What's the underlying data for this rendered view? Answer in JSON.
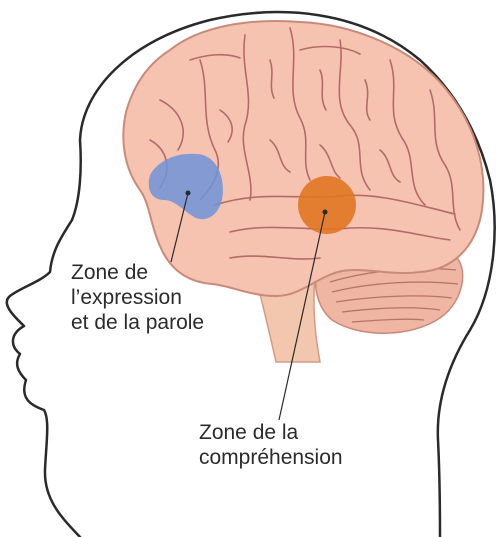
{
  "diagram": {
    "labels": {
      "expression": [
        "Zone de",
        "l’expression",
        "et de la parole"
      ],
      "comprehension": [
        "Zone de la",
        "compréhension"
      ]
    },
    "colors": {
      "outline": "#2a2a2a",
      "brain_fill": "#f6c3b1",
      "brain_stroke": "#c98a7a",
      "sulci": "#b56a6a",
      "brainstem": "#f3c7ad",
      "cerebellum": "#efb6a3",
      "expression_zone": "#6f93d8",
      "comprehension_zone": "#e0741f",
      "text": "#2b2b2b"
    }
  }
}
